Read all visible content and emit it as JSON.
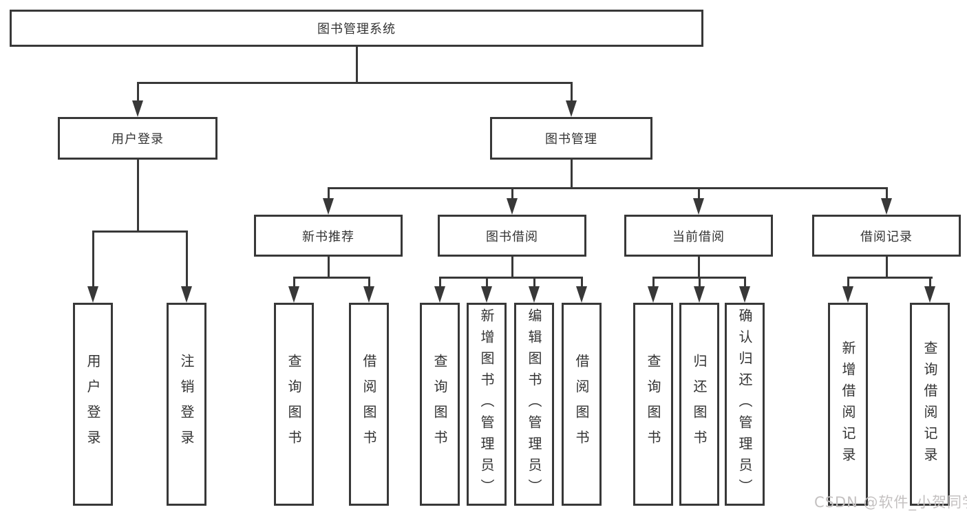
{
  "diagram_title": "图书管理系统",
  "tree": {
    "root": {
      "label": "图书管理系统"
    },
    "branches": [
      {
        "label": "用户登录",
        "children": [
          {
            "label": "用户登录"
          },
          {
            "label": "注销登录"
          }
        ]
      },
      {
        "label": "图书管理",
        "children": [
          {
            "label": "新书推荐",
            "children": [
              {
                "label": "查询图书"
              },
              {
                "label": "借阅图书"
              }
            ]
          },
          {
            "label": "图书借阅",
            "children": [
              {
                "label": "查询图书"
              },
              {
                "label": "新增图书（管理员）"
              },
              {
                "label": "编辑图书（管理员）"
              },
              {
                "label": "借阅图书"
              }
            ]
          },
          {
            "label": "当前借阅",
            "children": [
              {
                "label": "查询图书"
              },
              {
                "label": "归还图书"
              },
              {
                "label": "确认归还（管理员）"
              }
            ]
          },
          {
            "label": "借阅记录",
            "children": [
              {
                "label": "新增借阅记录"
              },
              {
                "label": "查询借阅记录"
              }
            ]
          }
        ]
      }
    ]
  },
  "watermark": {
    "text": "CSDN @软件_小贺同学"
  },
  "colors": {
    "line": "#383838",
    "text": "#333333",
    "watermark_text": "#c4c1c1",
    "background": "#ffffff"
  }
}
